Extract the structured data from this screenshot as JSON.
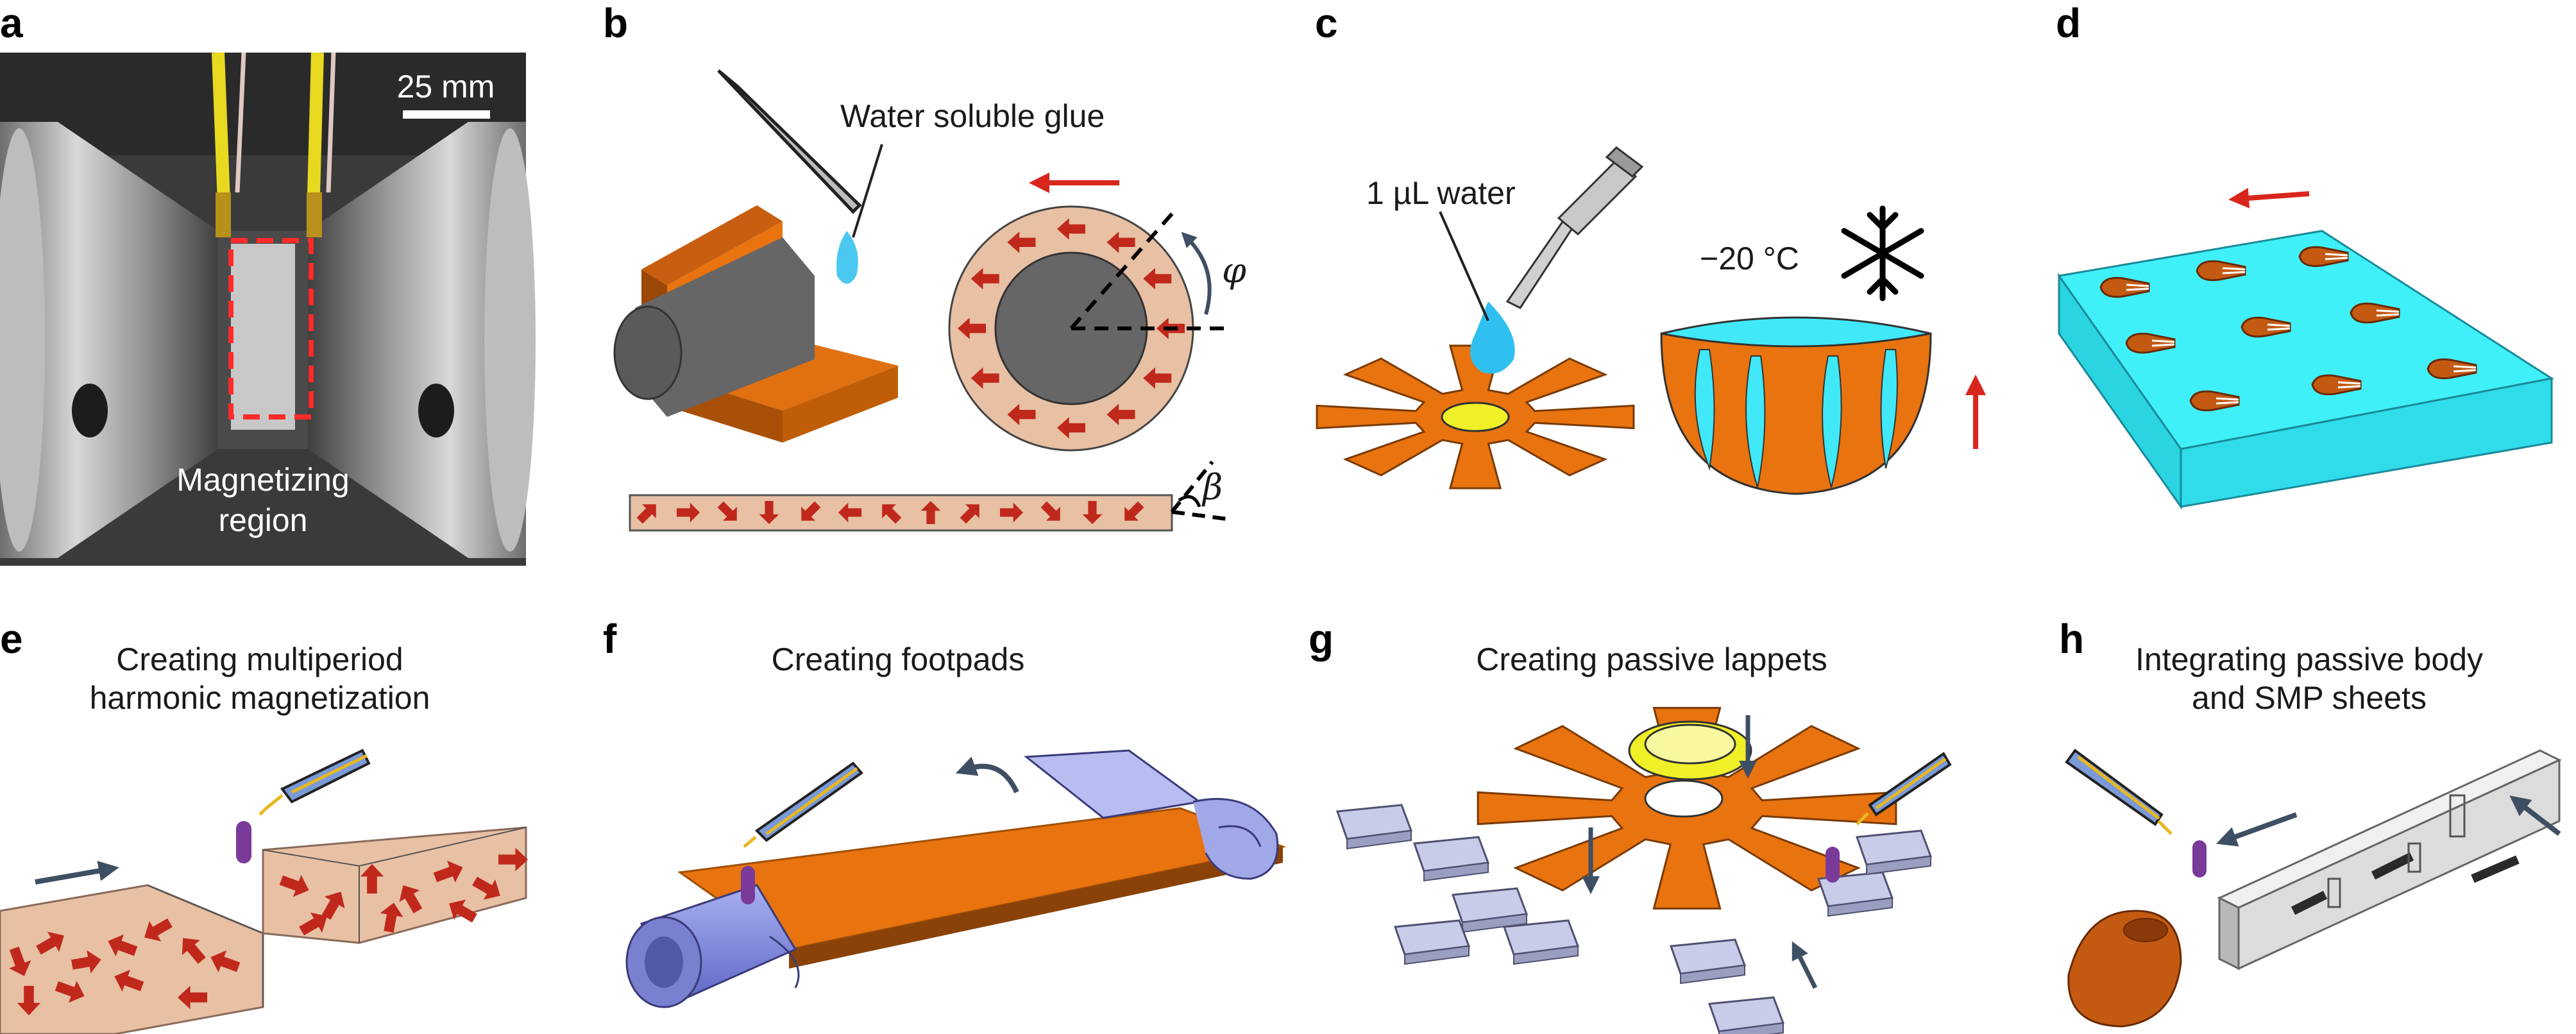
{
  "panels": {
    "a": {
      "letter": "a",
      "scale_bar": "25 mm",
      "region_label_1": "Magnetizing",
      "region_label_2": "region"
    },
    "b": {
      "letter": "b",
      "glue_label": "Water soluble glue",
      "phi": "φ",
      "beta": "β"
    },
    "c": {
      "letter": "c",
      "water_label": "1 µL water",
      "temp_label": "−20 °C"
    },
    "d": {
      "letter": "d"
    },
    "e": {
      "letter": "e",
      "title_1": "Creating multiperiod",
      "title_2": "harmonic magnetization"
    },
    "f": {
      "letter": "f",
      "title_1": "Creating footpads"
    },
    "g": {
      "letter": "g",
      "title_1": "Creating passive lappets"
    },
    "h": {
      "letter": "h",
      "title_1": "Integrating passive body",
      "title_2": "and SMP sheets"
    }
  },
  "colors": {
    "magnet_red": "#c0281c",
    "orange": "#e8730f",
    "orange_dark": "#b85508",
    "tan": "#e8c0a4",
    "cyan": "#40f0f8",
    "lavender": "#c8cce8",
    "purple": "#7a3a9a",
    "arrow_gray": "#3f4f63",
    "steel": "#9c9c9c"
  }
}
